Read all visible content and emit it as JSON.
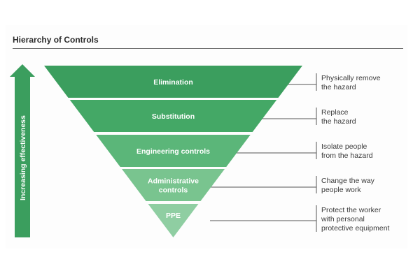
{
  "title": "Hierarchy of Controls",
  "axis_label": "Increasing effectiveness",
  "tiers": [
    {
      "label_lines": [
        "Elimination"
      ],
      "color": "#3b9e5e",
      "description_lines": [
        "Physically remove",
        "the hazard"
      ]
    },
    {
      "label_lines": [
        "Substitution"
      ],
      "color": "#44a866",
      "description_lines": [
        "Replace",
        "the hazard"
      ]
    },
    {
      "label_lines": [
        "Engineering controls"
      ],
      "color": "#5bb679",
      "description_lines": [
        "Isolate people",
        "from the hazard"
      ]
    },
    {
      "label_lines": [
        "Administrative",
        "controls"
      ],
      "color": "#79c48f",
      "description_lines": [
        "Change the way",
        "people work"
      ]
    },
    {
      "label_lines": [
        "PPE"
      ],
      "color": "#8fcea2",
      "description_lines": [
        "Protect the worker",
        "with personal",
        "protective equipment"
      ]
    }
  ],
  "colors": {
    "arrow": "#3b9e5e",
    "bracket": "#555555"
  }
}
